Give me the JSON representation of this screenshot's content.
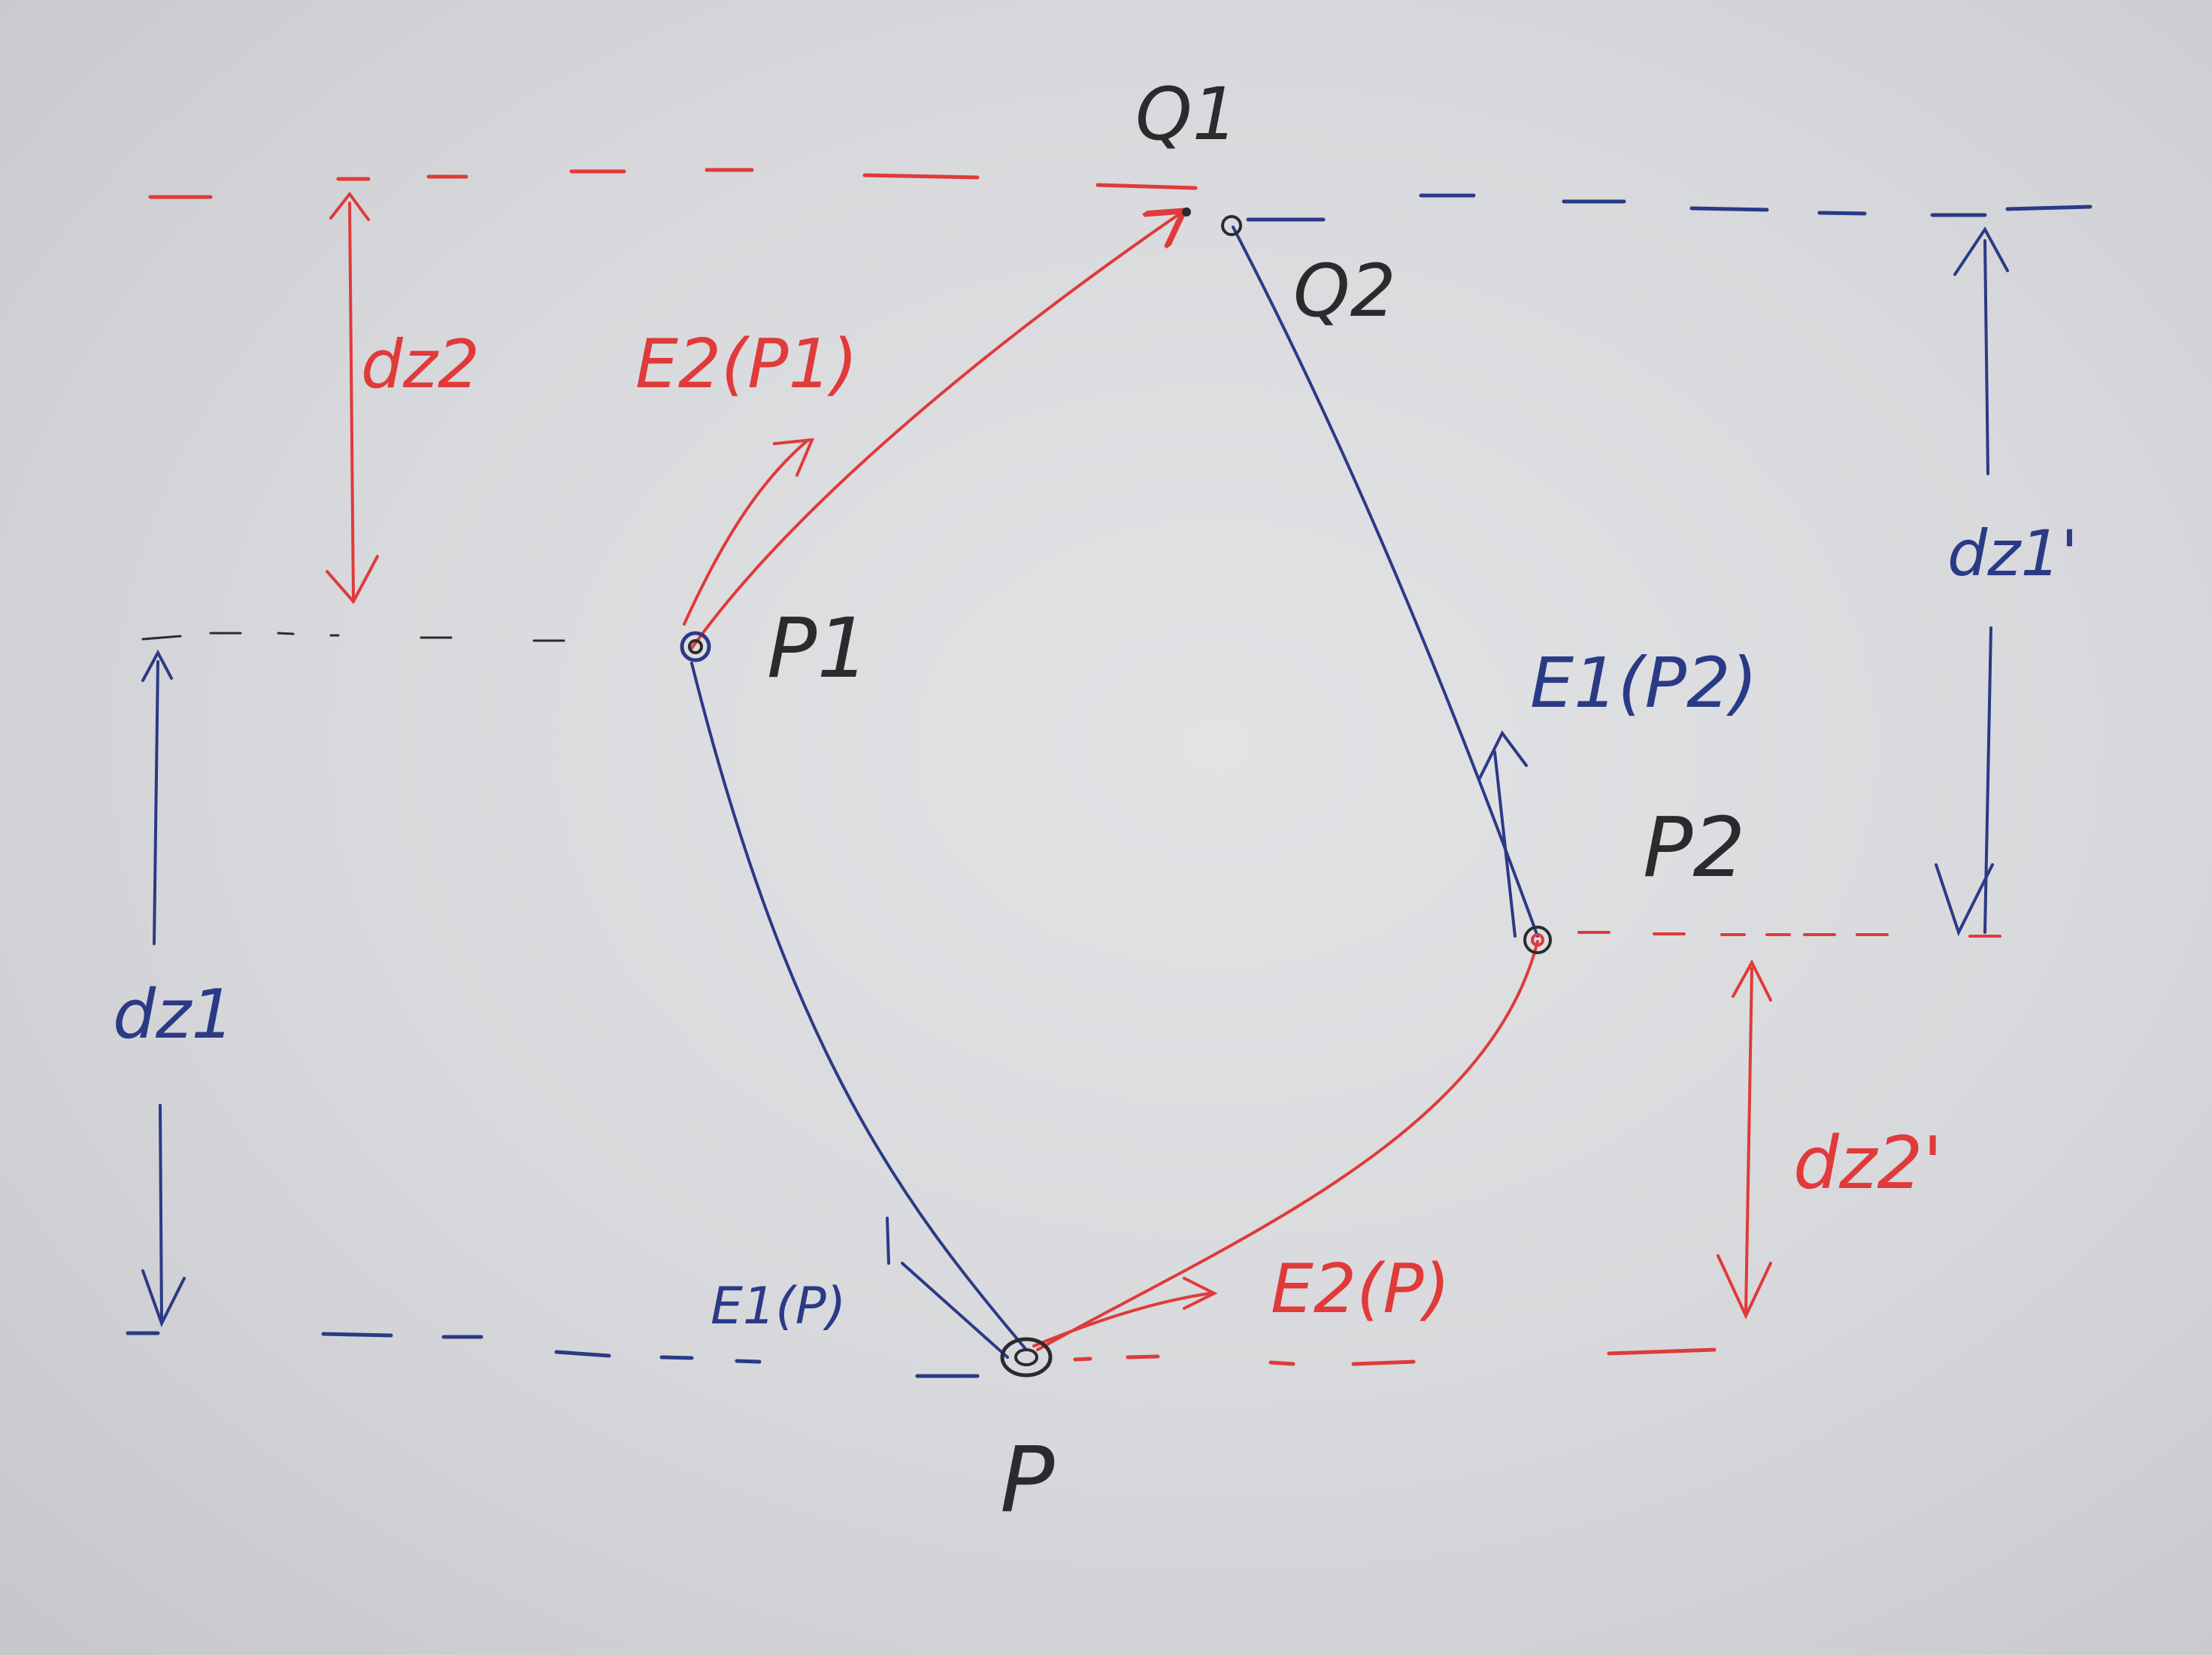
{
  "diagram": {
    "points": {
      "P": "P",
      "P1": "P1",
      "P2": "P2",
      "Q1": "Q1",
      "Q2": "Q2"
    },
    "vectors": {
      "E2_P1": "E2(P1)",
      "E1_P2": "E1(P2)",
      "E1_P": "E1(P)",
      "E2_P": "E2(P)"
    },
    "distances": {
      "dz2": "dz2",
      "dz1": "dz1",
      "dz1_prime": "dz1'",
      "dz2_prime": "dz2'"
    },
    "colors": {
      "red": "#e03a3a",
      "blue": "#2b3a86",
      "black": "#2b2b2e",
      "paper": "#d9dadd"
    }
  }
}
